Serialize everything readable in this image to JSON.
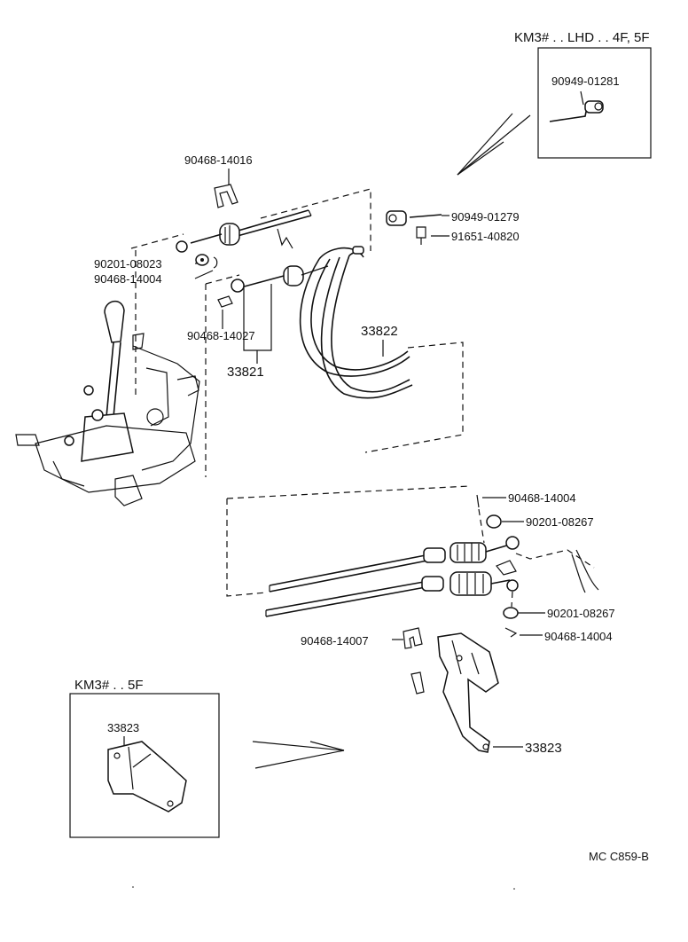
{
  "insets": {
    "top_right": {
      "header": "KM3# . . LHD . . 4F, 5F",
      "part": "90949-01281"
    },
    "bottom_left": {
      "header": "KM3# . . 5F",
      "part": "33823"
    }
  },
  "labels": {
    "p90468_14016": "90468-14016",
    "p90949_01279": "90949-01279",
    "p91651_40820": "91651-40820",
    "p90201_08023": "90201-08023",
    "p90468_14004_a": "90468-14004",
    "p90468_14027": "90468-14027",
    "p33821": "33821",
    "p33822": "33822",
    "p90468_14004_b": "90468-14004",
    "p90201_08267_a": "90201-08267",
    "p90201_08267_b": "90201-08267",
    "p90468_14004_c": "90468-14004",
    "p90468_14007": "90468-14007",
    "p33823": "33823"
  },
  "footer": {
    "code": "MC  C859-B"
  },
  "colors": {
    "ink": "#111111",
    "paper": "#ffffff"
  }
}
